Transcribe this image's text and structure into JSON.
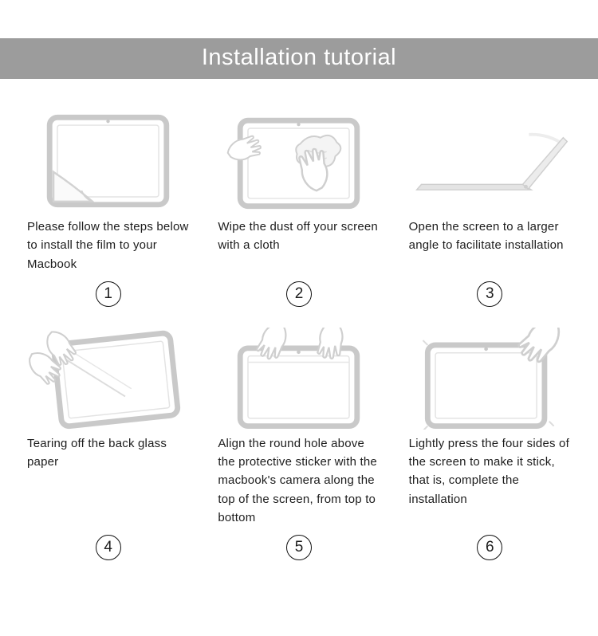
{
  "header": {
    "title": "Installation tutorial"
  },
  "steps": [
    {
      "number": "1",
      "text": "Please follow the steps below to install the film to your Macbook"
    },
    {
      "number": "2",
      "text": "Wipe the dust off your screen with a cloth"
    },
    {
      "number": "3",
      "text": "Open the screen to a larger angle to facilitate installation"
    },
    {
      "number": "4",
      "text": "Tearing off the back glass paper"
    },
    {
      "number": "5",
      "text": "Align the round hole above the protective sticker with the macbook's camera along the top of the screen, from top to bottom"
    },
    {
      "number": "6",
      "text": "Lightly press the four sides of the screen to make it stick, that is, complete the installation"
    }
  ],
  "colors": {
    "header_bg": "#9c9c9c",
    "header_text": "#ffffff",
    "line_art": "#c9c9c9",
    "body_text": "#1c1c1c"
  }
}
